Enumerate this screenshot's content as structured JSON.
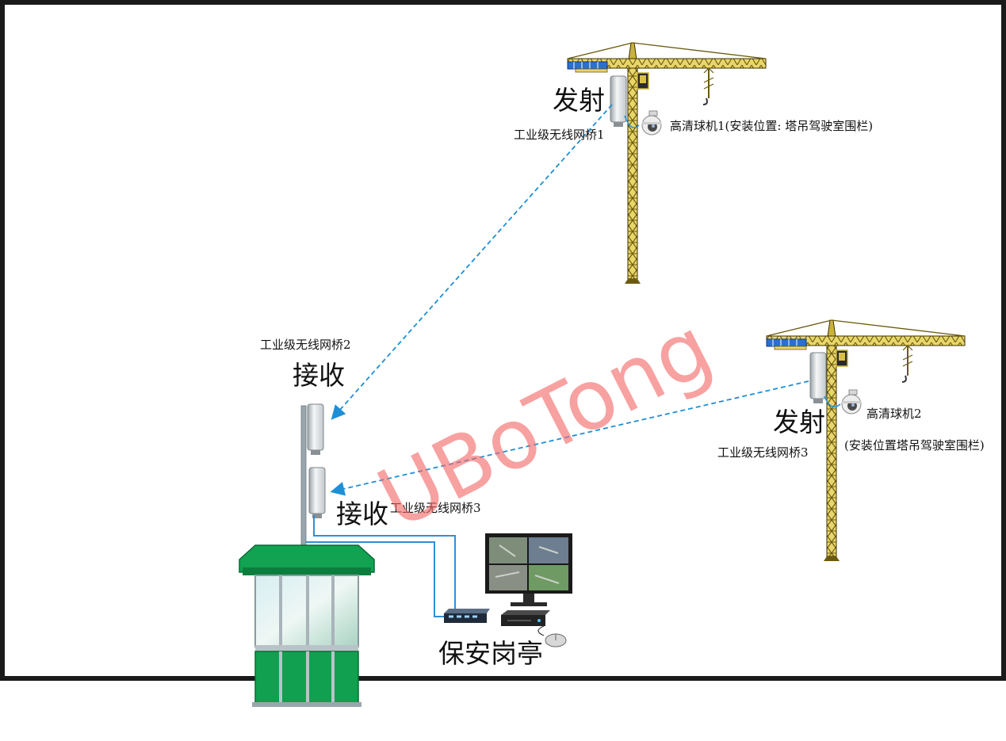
{
  "labels": {
    "tx1": "发射",
    "bridge1": "工业级无线网桥1",
    "cam1": "高清球机1(安装位置: 塔吊驾驶室围栏)",
    "bridge2": "工业级无线网桥2",
    "rx1": "接收",
    "tx2": "发射",
    "cam2": "高清球机2",
    "cam2_loc": "(安装位置塔吊驾驶室围栏)",
    "bridge3_right": "工业级无线网桥3",
    "rx2": "接收",
    "bridge3_left": "工业级无线网桥3",
    "booth": "保安岗亭"
  },
  "watermark": "UBoTong",
  "colors": {
    "frame": "#1a1a1a",
    "link": "#1e8fd6",
    "cable": "#2f8fd8",
    "crane": "#c9b33a",
    "booth_green": "#0f9d4f",
    "watermark": "#f46868"
  },
  "icons": {
    "crane": "tower-crane-icon",
    "camera": "dome-camera-icon",
    "bridge": "wireless-bridge-icon",
    "booth": "guard-booth-icon",
    "monitor": "monitor-icon",
    "switch": "network-switch-icon",
    "nvr": "nvr-recorder-icon",
    "mouse": "mouse-icon"
  }
}
